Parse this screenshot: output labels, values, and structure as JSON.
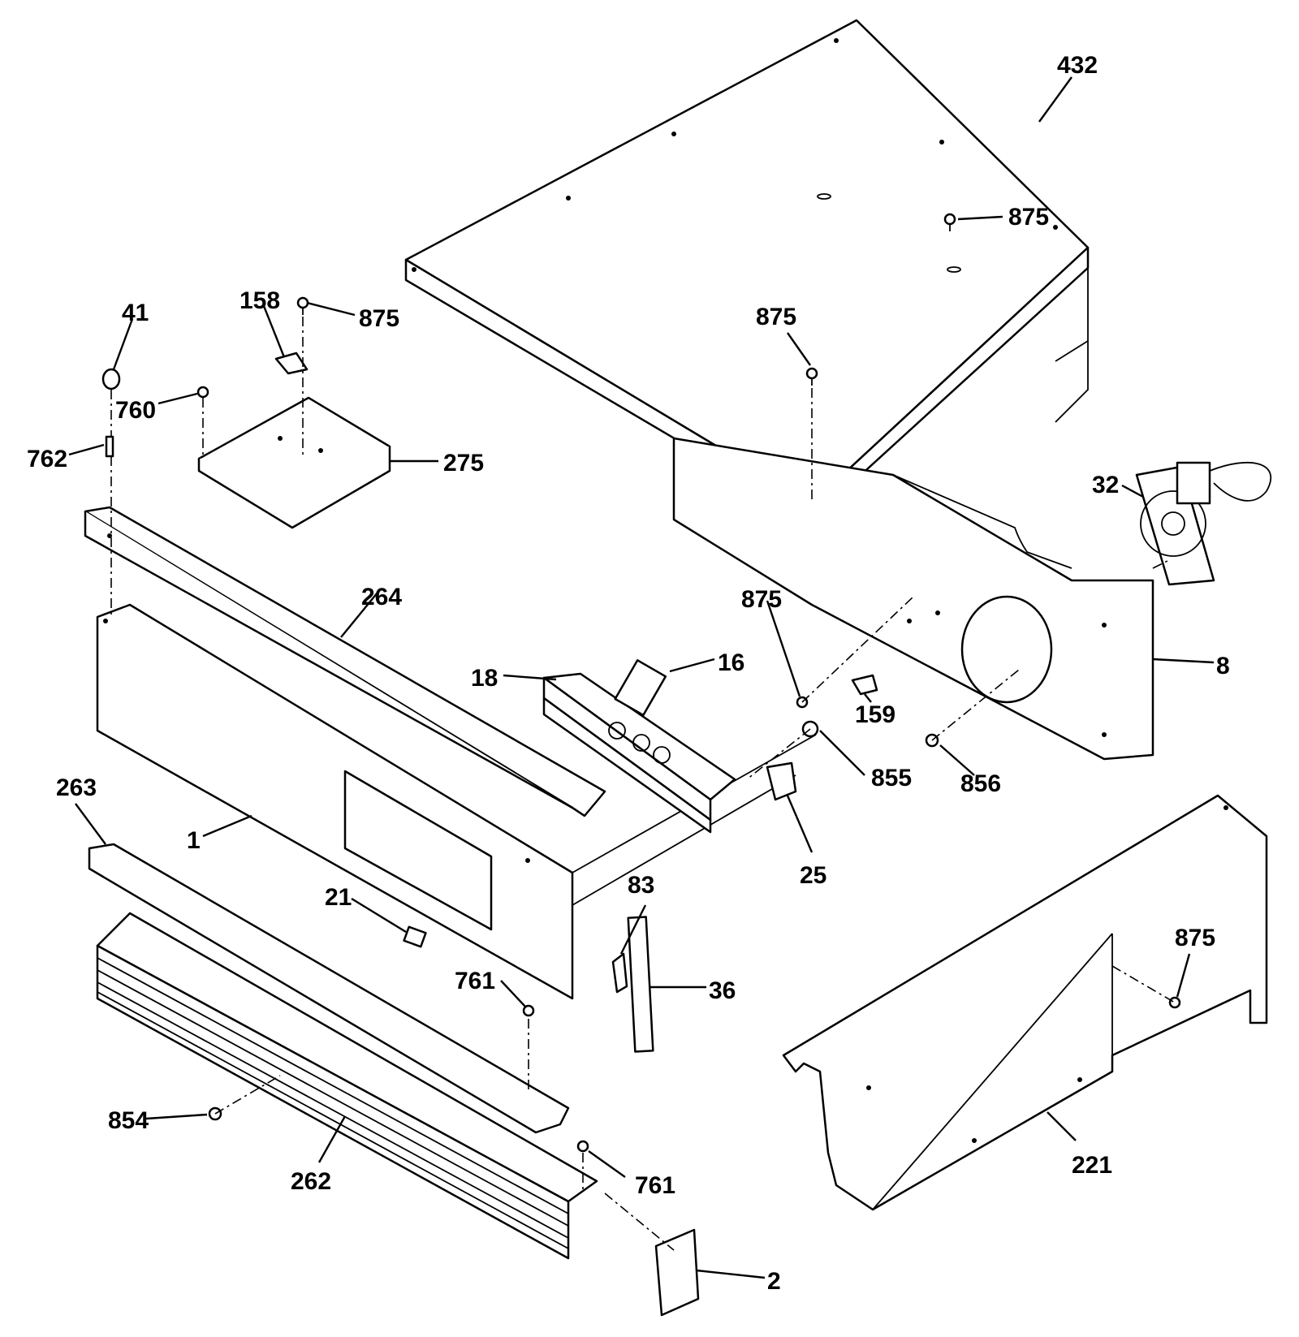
{
  "diagram": {
    "labels": [
      {
        "id": "lbl-432",
        "text": "432"
      },
      {
        "id": "lbl-875-a",
        "text": "875"
      },
      {
        "id": "lbl-875-b",
        "text": "875"
      },
      {
        "id": "lbl-875-c",
        "text": "875"
      },
      {
        "id": "lbl-875-d",
        "text": "875"
      },
      {
        "id": "lbl-875-e",
        "text": "875"
      },
      {
        "id": "lbl-158",
        "text": "158"
      },
      {
        "id": "lbl-41",
        "text": "41"
      },
      {
        "id": "lbl-760",
        "text": "760"
      },
      {
        "id": "lbl-762",
        "text": "762"
      },
      {
        "id": "lbl-275",
        "text": "275"
      },
      {
        "id": "lbl-32",
        "text": "32"
      },
      {
        "id": "lbl-264",
        "text": "264"
      },
      {
        "id": "lbl-18",
        "text": "18"
      },
      {
        "id": "lbl-16",
        "text": "16"
      },
      {
        "id": "lbl-159",
        "text": "159"
      },
      {
        "id": "lbl-8",
        "text": "8"
      },
      {
        "id": "lbl-855",
        "text": "855"
      },
      {
        "id": "lbl-856",
        "text": "856"
      },
      {
        "id": "lbl-263",
        "text": "263"
      },
      {
        "id": "lbl-1",
        "text": "1"
      },
      {
        "id": "lbl-25",
        "text": "25"
      },
      {
        "id": "lbl-83",
        "text": "83"
      },
      {
        "id": "lbl-21",
        "text": "21"
      },
      {
        "id": "lbl-36",
        "text": "36"
      },
      {
        "id": "lbl-761-a",
        "text": "761"
      },
      {
        "id": "lbl-761-b",
        "text": "761"
      },
      {
        "id": "lbl-854",
        "text": "854"
      },
      {
        "id": "lbl-262",
        "text": "262"
      },
      {
        "id": "lbl-221",
        "text": "221"
      },
      {
        "id": "lbl-2",
        "text": "2"
      }
    ]
  }
}
